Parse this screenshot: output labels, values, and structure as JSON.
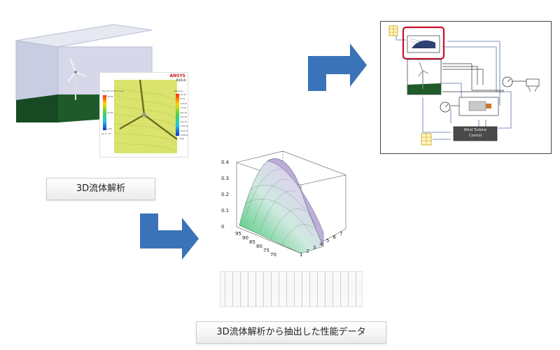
{
  "captions": {
    "cfd_analysis": "3D流体解析",
    "performance_data": "3D流体解析から抽出した性能データ"
  },
  "cfd_panel": {
    "logo": "ANSYS",
    "logo_version": "R15.0",
    "velocity_legend_title": "Velocity In Stn Frame",
    "velocity_unit": "[m s^-1]",
    "velocity_ticks": [
      "30.00",
      "15.00",
      "0.00"
    ],
    "pressure_legend_title": "Pressure",
    "pressure_ticks": [
      "732.69",
      "27.02",
      "-178.56",
      "-372.81",
      "-667.18",
      "-761.48",
      "-955.78",
      "-1150.04",
      "-1344.33",
      "-1538.64"
    ],
    "pressure_unit": "[Pa]"
  },
  "surface_plot": {
    "z_ticks": [
      "0",
      "0.1",
      "0.2",
      "0.3",
      "0.4"
    ],
    "y_ticks": [
      "95",
      "90",
      "85",
      "80",
      "75",
      "70"
    ],
    "x_ticks": [
      "1",
      "2",
      "3",
      "4",
      "5",
      "6",
      "7"
    ]
  },
  "block_diagram": {
    "controller_label_1": "Wind Turbine",
    "controller_label_2": "Control",
    "highlight_color": "#c8102e"
  },
  "colors": {
    "arrow_blue": "#3b73b9",
    "ground_green": "#1f5a2a",
    "controller_gray": "#4a4a4a"
  }
}
